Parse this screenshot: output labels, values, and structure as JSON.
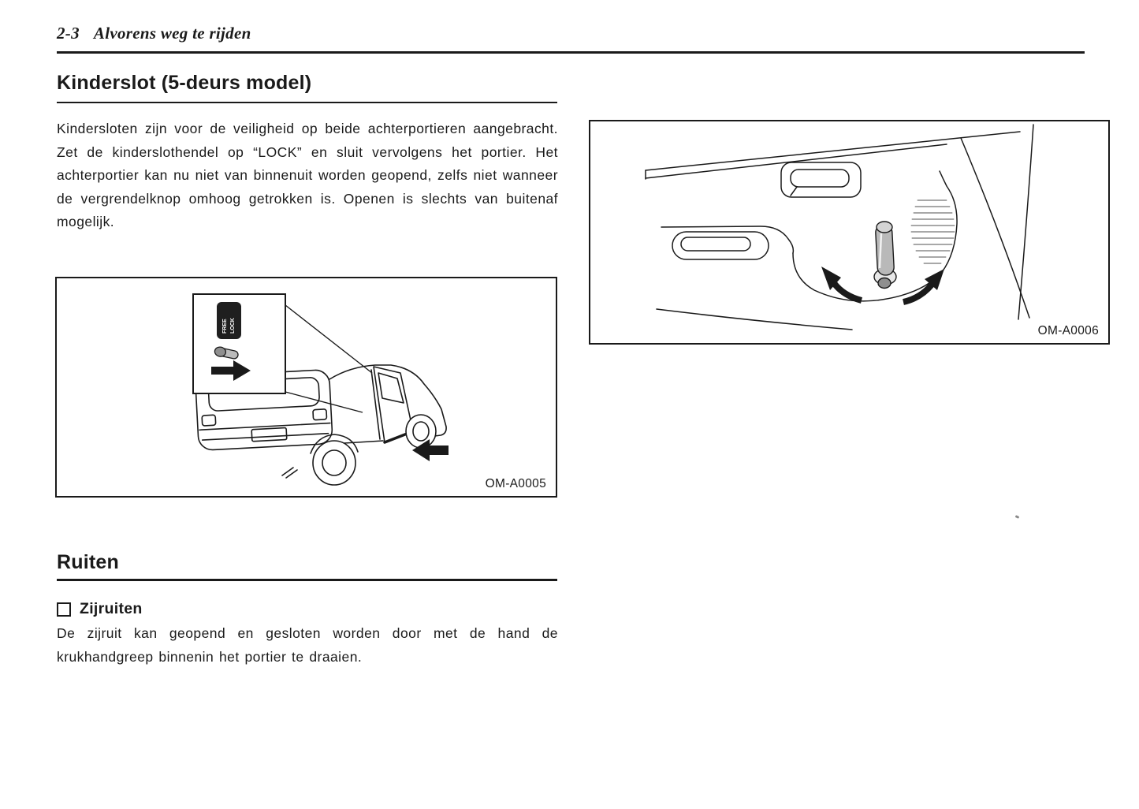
{
  "colors": {
    "ink": "#1a1a1a",
    "paper": "#ffffff"
  },
  "header": {
    "number": "2-3",
    "title": "Alvorens weg te rijden"
  },
  "kinderslot": {
    "title": "Kinderslot (5-deurs model)",
    "body": "Kindersloten zijn voor de veiligheid op beide achterportieren aangebracht. Zet de kinderslothendel op “LOCK” en sluit vervolgens het portier. Het achterportier kan nu niet van binnenuit worden geopend, zelfs niet wanneer de vergrendelknop omhoog getrokken is. Openen is slechts van buitenaf mogelijk.",
    "figure": {
      "label": "OM-A0005",
      "sticker": {
        "line1": "FREE",
        "line2": "LOCK"
      }
    }
  },
  "door_figure": {
    "label": "OM-A0006"
  },
  "ruiten": {
    "title": "Ruiten",
    "zijruiten": {
      "title": "Zijruiten",
      "body": "De zijruit kan geopend en gesloten worden door met de hand de krukhandgreep binnenin het portier te draaien."
    }
  }
}
